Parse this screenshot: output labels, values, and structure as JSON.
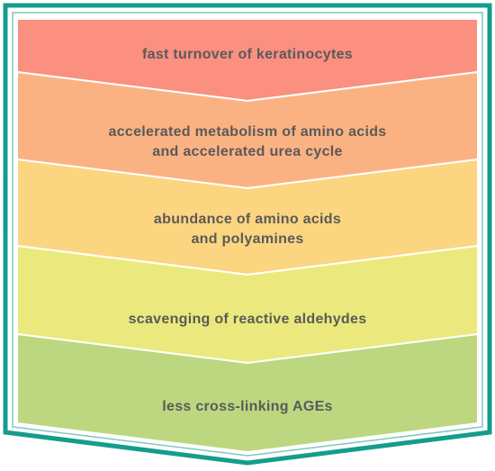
{
  "diagram": {
    "frame_color": "#149c8c",
    "steps": [
      {
        "lines": [
          "fast turnover of keratinocytes"
        ],
        "color": "#fb8f80"
      },
      {
        "lines": [
          "accelerated metabolism of amino acids",
          "and accelerated urea cycle"
        ],
        "color": "#fbb282"
      },
      {
        "lines": [
          "abundance of amino acids",
          "and polyamines"
        ],
        "color": "#fcd580"
      },
      {
        "lines": [
          "scavenging of reactive aldehydes"
        ],
        "color": "#ebe97d"
      },
      {
        "lines": [
          "less cross-linking AGEs"
        ],
        "color": "#bcd77f"
      }
    ],
    "text_color": "#5a5a5a"
  }
}
